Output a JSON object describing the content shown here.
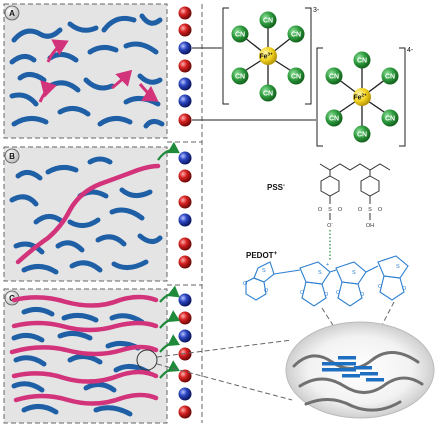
{
  "panels": [
    {
      "id": "A",
      "label": "A"
    },
    {
      "id": "B",
      "label": "B"
    },
    {
      "id": "C",
      "label": "C"
    }
  ],
  "ferricyanide": {
    "center": "Fe",
    "center_charge": "3+",
    "ligand": "CN",
    "charge": "3-"
  },
  "ferrocyanide": {
    "center": "Fe",
    "center_charge": "2+",
    "ligand": "CN",
    "charge": "4-"
  },
  "pss": {
    "label": "PSS",
    "label_charge": "-",
    "o_minus": "O",
    "o_minus_charge": "-",
    "oh": "OH",
    "s": "S",
    "o": "O"
  },
  "pedot": {
    "label": "PEDOT",
    "label_charge": "+",
    "s": "S",
    "o": "O",
    "charge_plus": "+"
  },
  "colors": {
    "panel_bg": "#e4e4e4",
    "chain_blue": "#1f5fa6",
    "chain_pink": "#d2337a",
    "arrow_green": "#1e8a3a",
    "ion_red": "#c81e1e",
    "ion_blue": "#1e3aa8",
    "ligand_green": "#2e9b3e",
    "iron_yellow": "#f1d21c",
    "pedot_blue": "#2d7fd0"
  },
  "icons": [
    "red-ion-sphere",
    "blue-ion-sphere",
    "green-ligand-circle",
    "yellow-iron-circle",
    "pink-hop-arrow",
    "green-transfer-arrow",
    "magnifier-ellipse"
  ]
}
